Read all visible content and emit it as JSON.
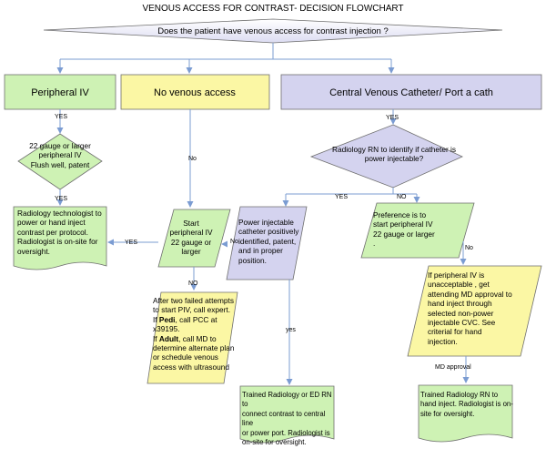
{
  "title": "VENOUS ACCESS FOR CONTRAST- DECISION FLOWCHART",
  "question": "Does the patient have venous access for contrast injection ?",
  "options": {
    "peripheral": "Peripheral IV",
    "none": "No venous access",
    "central": "Central Venous Catheter/ Port a cath"
  },
  "edges": {
    "peripheral_yes": "YES",
    "gauge_yes": "YES",
    "none_no": "No",
    "central_yes": "YES",
    "rn_yes": "YES",
    "rn_no": "NO",
    "start_no": "NO",
    "start_to_tech_yes": "YES",
    "power_no": "No",
    "pref_no": "No",
    "power_yes": "yes",
    "md_approval": "MD approval"
  },
  "nodes": {
    "gauge_check": [
      "22 gauge or larger",
      "peripheral IV",
      "Flush well, patent"
    ],
    "tech_inject": [
      "Radiology technologist to",
      "power or hand inject",
      "contrast per protocol.",
      "Radiologist is on-site for",
      "oversight."
    ],
    "start_piv": [
      "Start",
      "peripheral IV",
      "22 gauge or",
      "larger"
    ],
    "failed_attempts": {
      "line1": "After two failed attempts",
      "line2": "to start PIV, call expert.",
      "pedi_prefix": "If ",
      "pedi_bold": "Pedi",
      "pedi_rest": ", call PCC at",
      "line4": "x39195.",
      "adult_prefix": "If ",
      "adult_bold": "Adult",
      "adult_rest": ", call MD to",
      "line6": "determine alternate plan",
      "line7": "or schedule venous",
      "line8": "access with ultrasound"
    },
    "rn_identify": [
      "Radiology RN to identify if catheter is",
      "power injectable?"
    ],
    "power_injectable": [
      "Power injectable",
      "catheter positively",
      "identified, patent,",
      "and in proper",
      "position."
    ],
    "preference_piv": [
      "Preference is to",
      "start peripheral IV",
      "22 gauge or larger",
      "."
    ],
    "piv_unacceptable": [
      "If peripheral IV is",
      "unacceptable , get",
      "attending MD approval to",
      "hand inject through",
      "selected non-power",
      "injectable CVC. See",
      "criterial for hand",
      "injection."
    ],
    "trained_connect": [
      "Trained Radiology or ED RN to",
      "connect  contrast to central line",
      "or power port.  Radiologist is",
      "on-site for oversight."
    ],
    "trained_hand": [
      "Trained Radiology RN to",
      "hand inject. Radiologist is on-",
      "site for oversight."
    ]
  },
  "colors": {
    "green": "#cef2b4",
    "yellow": "#fbf7a4",
    "lavender": "#d4d3ef",
    "question_fill": "#ececf8",
    "stroke": "#6f6f6f",
    "arrow": "#7b9cd2"
  }
}
